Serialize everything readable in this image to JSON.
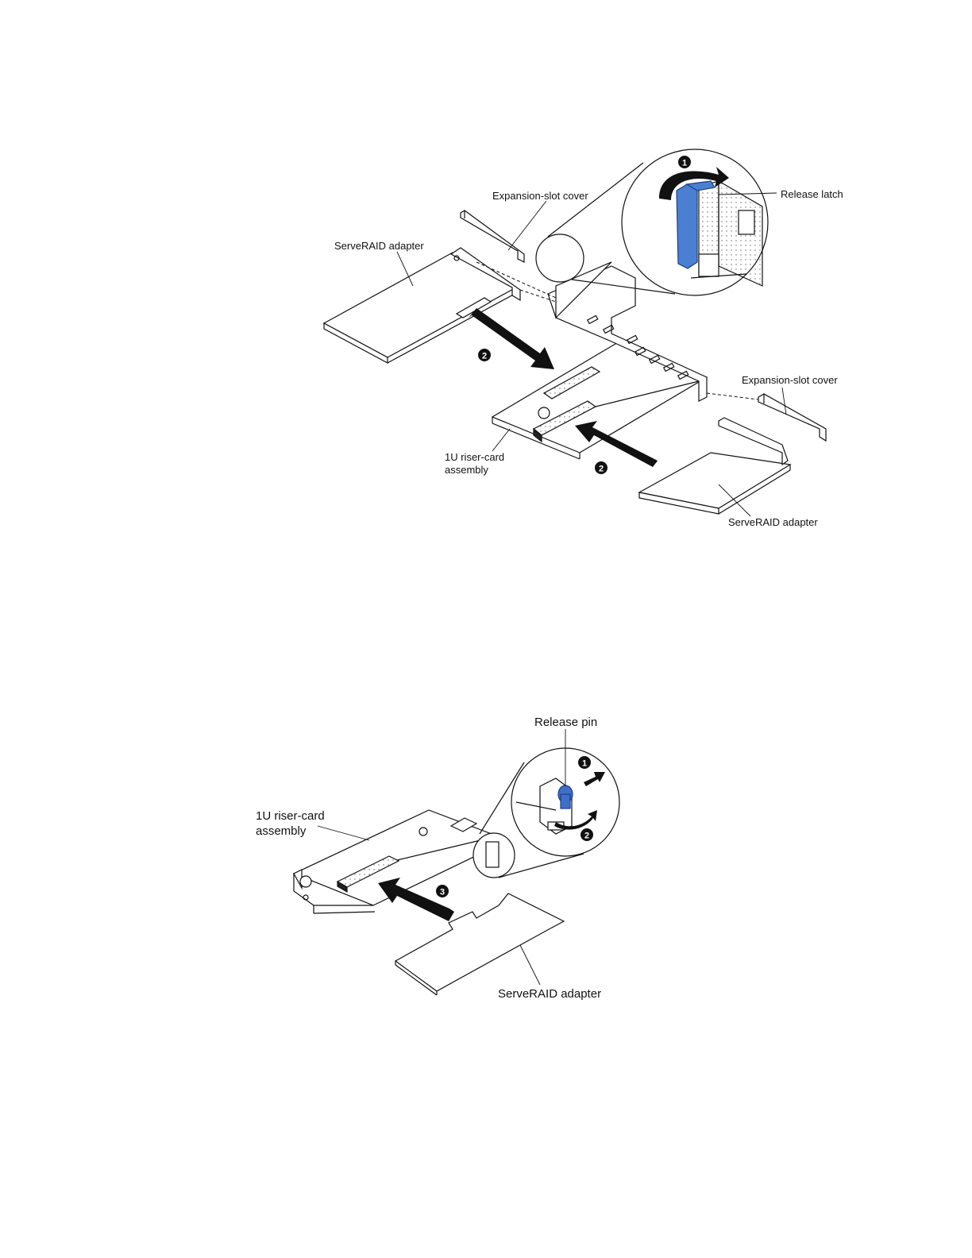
{
  "colors": {
    "ink": "#111111",
    "latch_blue": "#4a7fd1",
    "pin_blue": "#3f6fc9",
    "arrow": "#111111"
  },
  "figure1": {
    "labels": {
      "release_latch": "Release latch",
      "expansion_slot_cover_top": "Expansion-slot cover",
      "serveraid_adapter_left": "ServeRAID adapter",
      "expansion_slot_cover_right": "Expansion-slot cover",
      "riser_card_line1": "1U riser-card",
      "riser_card_line2": "assembly",
      "serveraid_adapter_right": "ServeRAID adapter"
    },
    "callouts": [
      "1",
      "2",
      "2"
    ]
  },
  "figure2": {
    "labels": {
      "release_pin": "Release pin",
      "riser_card_line1": "1U riser-card",
      "riser_card_line2": "assembly",
      "serveraid_adapter": "ServeRAID adapter"
    },
    "callouts": [
      "1",
      "2",
      "3"
    ]
  }
}
